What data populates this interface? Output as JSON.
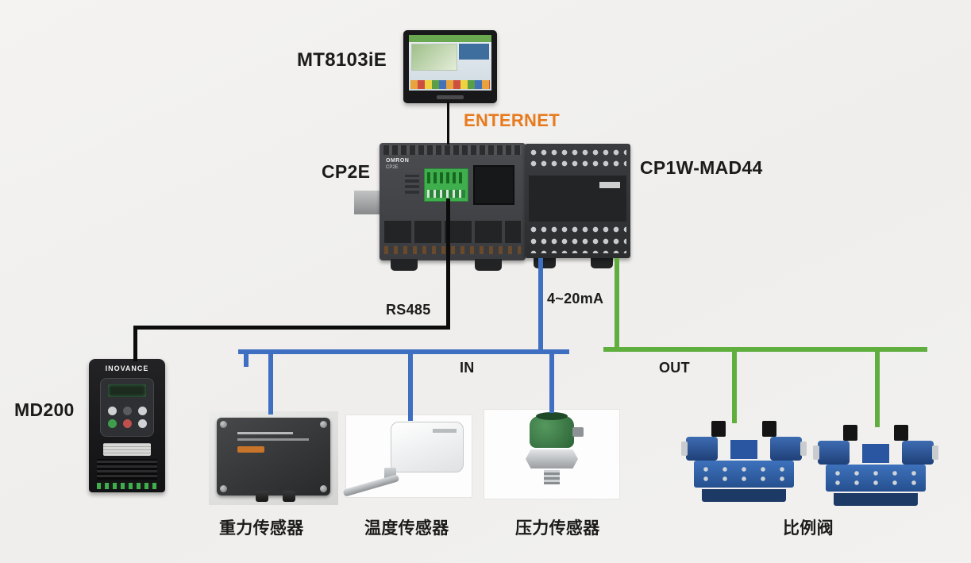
{
  "diagram": {
    "hmi_label": "MT8103iE",
    "ethernet_label": "ENTERNET",
    "plc_label": "CP2E",
    "expansion_label": "CP1W-MAD44",
    "rs485_label": "RS485",
    "analog_label": "4~20mA",
    "in_label": "IN",
    "out_label": "OUT",
    "vfd_label": "MD200",
    "gravity_label": "重力传感器",
    "temperature_label": "温度传感器",
    "pressure_label": "压力传感器",
    "valve_label": "比例阀",
    "brands": {
      "plc": "OMRON",
      "plc_model": "CP2E",
      "vfd": "INOVANCE"
    },
    "colors": {
      "ethernet_text": "#e87a1e",
      "in_bus_line": "#3f6fc1",
      "out_bus_line": "#5fae3e",
      "rs485_line": "#0c0c0c",
      "label_text": "#1b1b1b",
      "background": "#f1f0ee"
    }
  }
}
